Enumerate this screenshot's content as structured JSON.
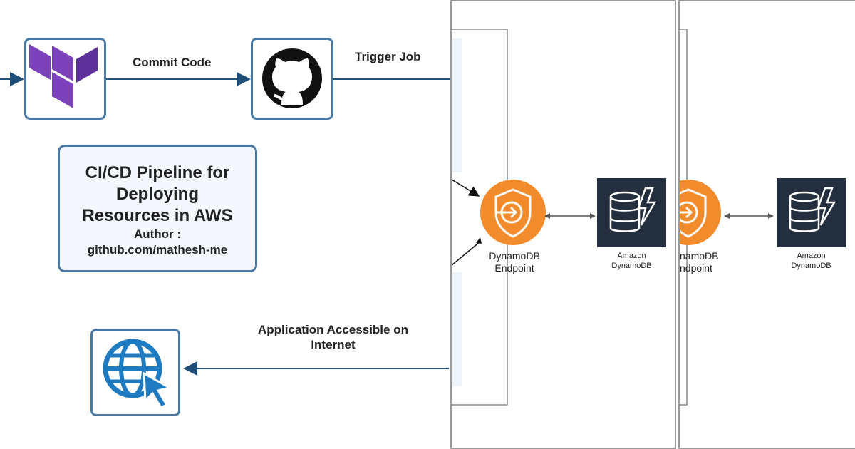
{
  "pipeline": {
    "commit_label": "Commit Code",
    "trigger_label": "Trigger Job",
    "access_label": "Application Accessible on\nInternet"
  },
  "title_box": {
    "line1": "CI/CD Pipeline for",
    "line2": "Deploying",
    "line3": "Resources in AWS",
    "author_label": "Author :",
    "author_value": "github.com/mathesh-me"
  },
  "aws_panel_1": {
    "endpoint_label_line1": "DynamoDB",
    "endpoint_label_line2": "Endpoint",
    "dynamodb_label_line1": "Amazon",
    "dynamodb_label_line2": "DynamoDB"
  },
  "aws_panel_2": {
    "endpoint_label_line1": "namoDB",
    "endpoint_label_line2": "ndpoint",
    "dynamodb_label_line1": "Amazon",
    "dynamodb_label_line2": "DynamoDB"
  },
  "colors": {
    "node_border": "#4a7aa4",
    "terraform_purple": "#7b42bc",
    "endpoint_orange": "#f28b2b",
    "dynamodb_dark": "#232f3e",
    "globe_blue": "#1f7bc1"
  },
  "icons": [
    "arrow-right-icon",
    "terraform-icon",
    "github-icon",
    "globe-cursor-icon",
    "dynamodb-endpoint-icon",
    "dynamodb-icon"
  ]
}
